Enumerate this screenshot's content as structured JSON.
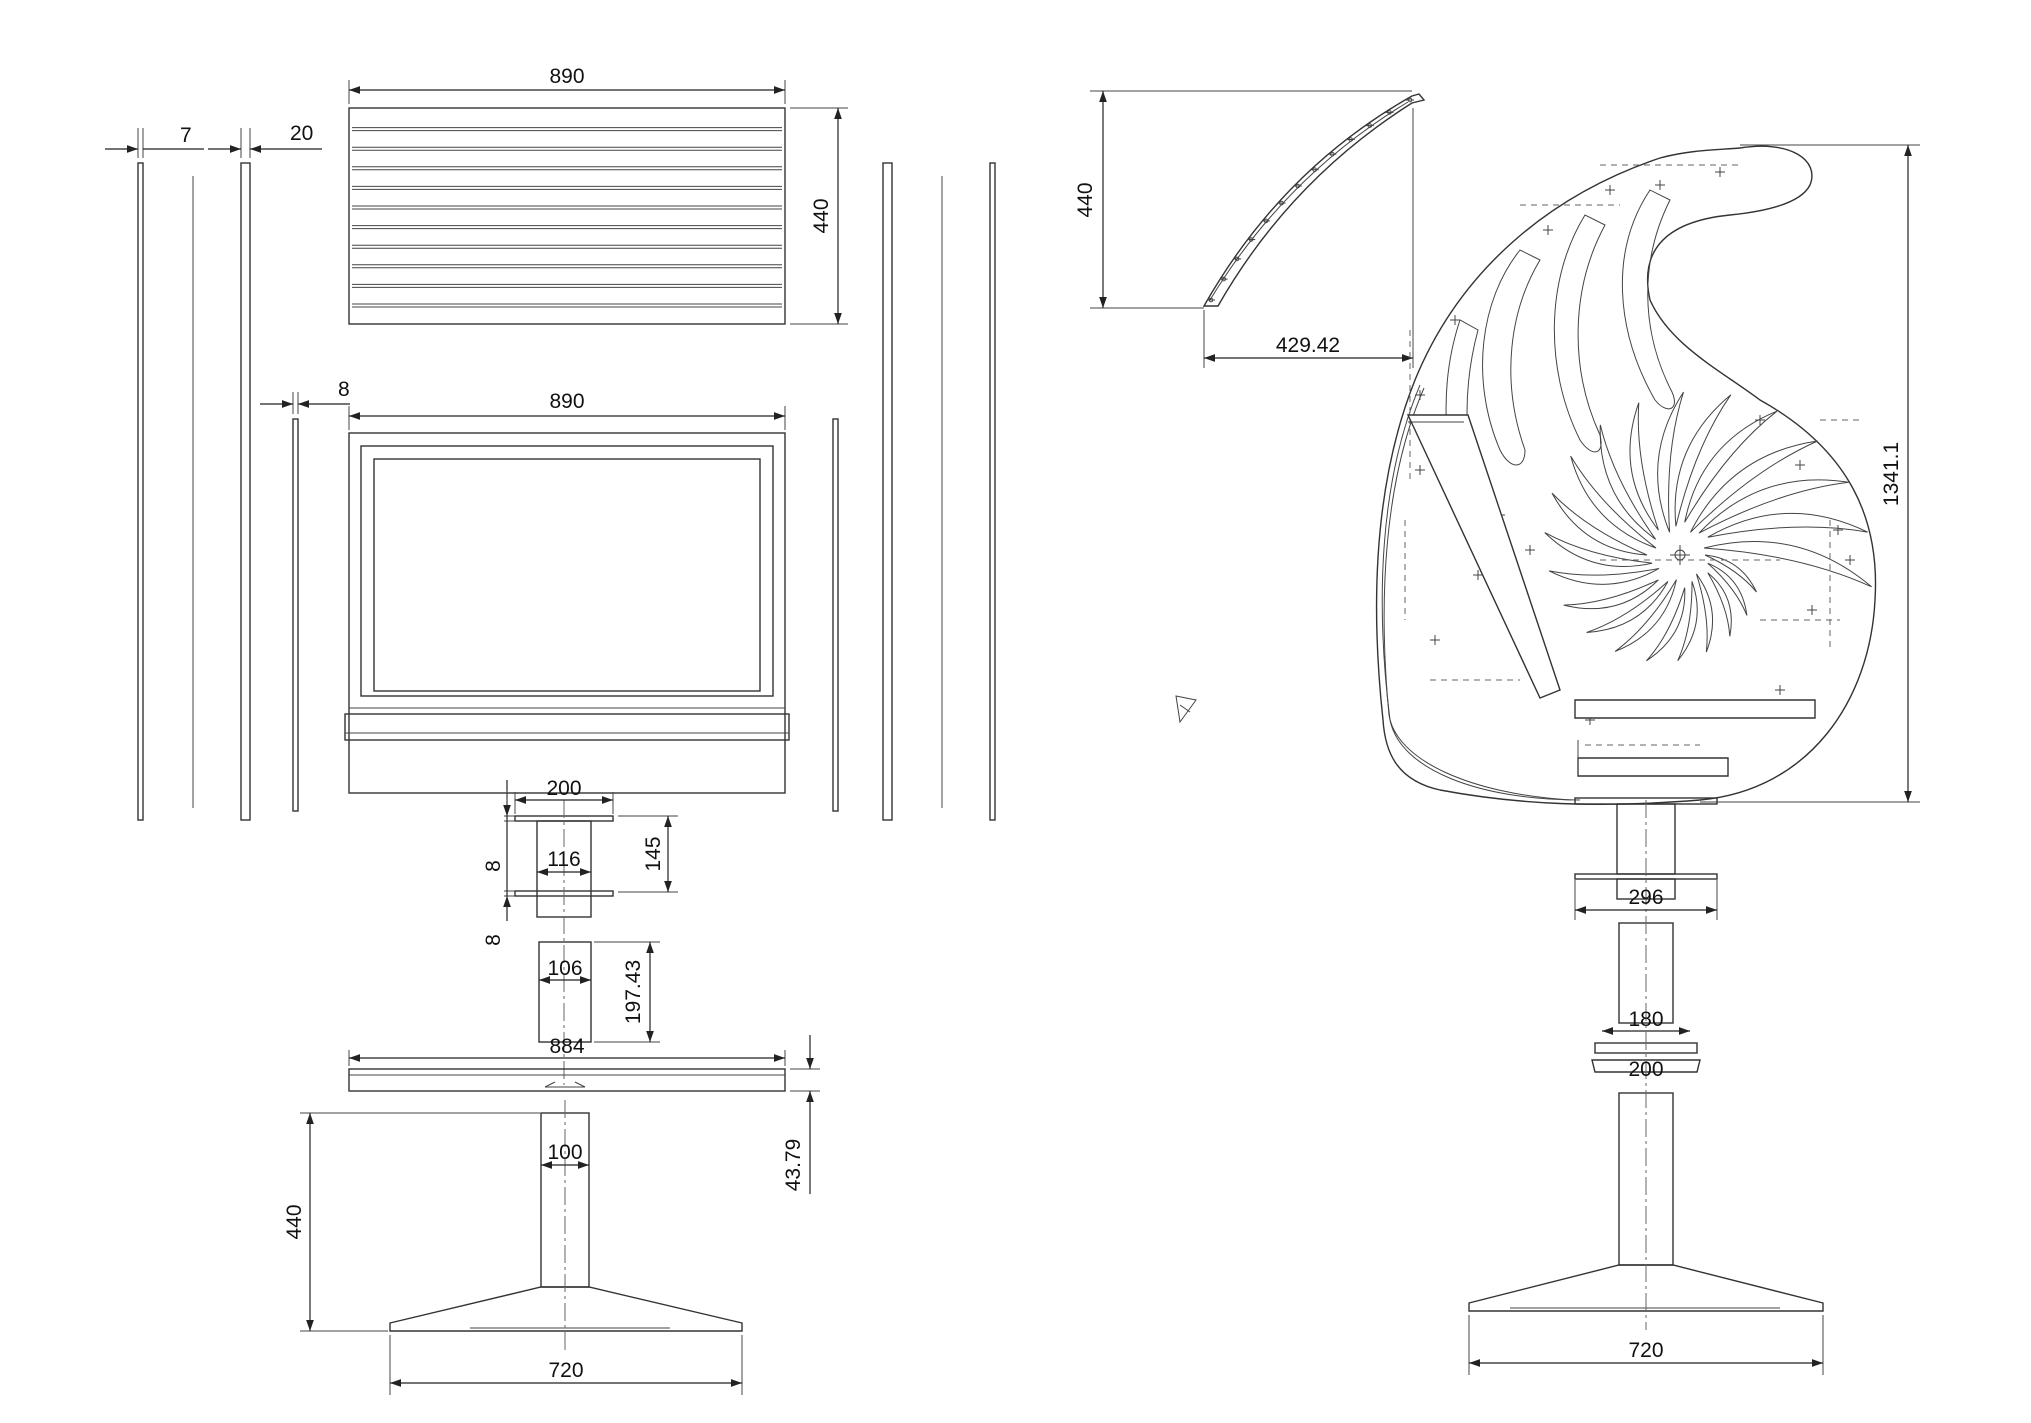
{
  "drawing": {
    "left_view": {
      "panel_thickness_a": "7",
      "panel_thickness_b": "20",
      "top_panel_width": "890",
      "top_panel_height": "440",
      "side_strip_thickness": "8",
      "screen_frame_width": "890",
      "bracket_width": "200",
      "bracket_plate_top": "8",
      "bracket_plate_bottom": "8",
      "bracket_inner_width": "116",
      "bracket_height": "145",
      "neck_width": "106",
      "neck_height": "197.43",
      "base_plate_width": "884",
      "base_plate_thickness": "43.79",
      "column_width": "100",
      "column_height": "440",
      "foot_width": "720"
    },
    "right_view": {
      "arc_height": "440",
      "arc_chord": "429.42",
      "shell_height": "1341.1",
      "flange_width": "296",
      "sleeve_width": "180",
      "collar_width": "200",
      "foot_width": "720"
    }
  }
}
